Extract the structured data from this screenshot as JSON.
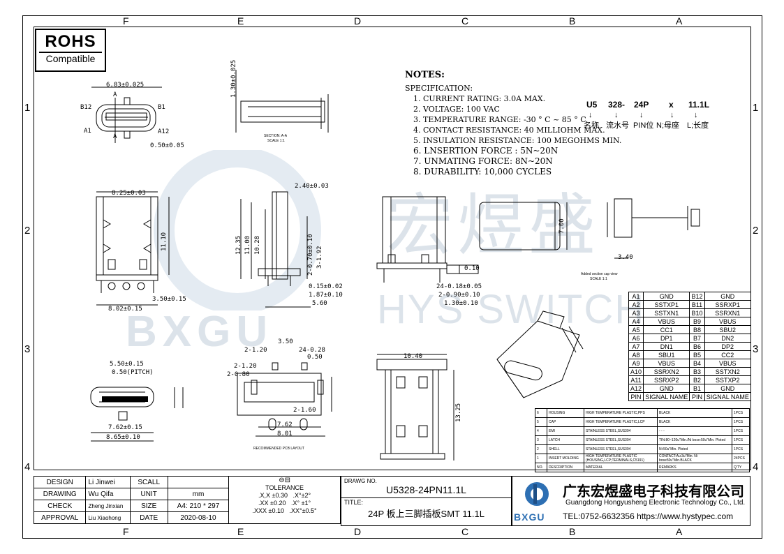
{
  "rohs": {
    "title": "ROHS",
    "subtitle": "Compatible"
  },
  "columns_top": [
    "F",
    "E",
    "D",
    "C",
    "B",
    "A"
  ],
  "rows": [
    "1",
    "2",
    "3",
    "4"
  ],
  "notes": {
    "heading": "NOTES:",
    "spec": "SPECIFICATION:",
    "items": [
      "1. CURRENT RATING: 3.0A MAX.",
      "2. VOLTAGE: 100 VAC",
      "3. TEMPERATURE RANGE: -30 ° C ~ 85 ° C",
      "4. CONTACT RESISTANCE: 40 MILLIOHM MAX.",
      "5. INSULATION RESISTANCE: 100 MEGOHMS MIN.",
      "6. LNSERTION FORCE : 5N~20N",
      "7. UNMATING FORCE: 8N~20N",
      "8. DURABILITY:  10,000 CYCLES"
    ]
  },
  "part_code": {
    "parts": [
      "U5",
      "328-",
      "24P",
      "x",
      "11.1L"
    ],
    "meanings": [
      "名称",
      "流水号",
      "PIN位",
      "N;母座",
      "L;长度"
    ]
  },
  "watermark": {
    "cn": "宏煜盛",
    "en": "HYS SWITCH",
    "logo": "BXGU"
  },
  "dims": {
    "d1": "6.83±0.025",
    "d2": "1.30±0.025",
    "d3": "0.50±0.05",
    "d4": "8.25±0.03",
    "d5": "11.10",
    "d6": "3.50±0.15",
    "d7": "8.02±0.15",
    "d8": "2.40±0.03",
    "d9": "12.35",
    "d10": "11.00",
    "d11": "10.28",
    "d12": "2-0.70±0.10",
    "d13": "3-1.92",
    "d14": "0.15±0.02",
    "d15": "1.87±0.10",
    "d16": "5.60",
    "d17": "7.00",
    "d18": "3.40",
    "d19": "0.10",
    "d20": "24-0.18±0.05",
    "d21": "2-0.90±0.10",
    "d22": "1.30±0.10",
    "d23": "5.50±0.15",
    "d24": "0.50(PITCH)",
    "d25": "7.62±0.15",
    "d26": "8.65±0.10",
    "d27": "3.50",
    "d28": "24-0.28",
    "d29": "0.50",
    "d30": "10.40",
    "d31": "13.25",
    "d32": "7.62",
    "d33": "8.01",
    "d34": "2-1.60",
    "d35": "2-1.20",
    "d36": "2-1.20",
    "d37": "2-0.80"
  },
  "labels": {
    "section": "SECTION: A-A",
    "scale1": "SCALE 1:1",
    "added": "Added section cap view",
    "scale2": "SCALE 1:1",
    "pcb": "RECOMMENDED PCB LAYOUT",
    "a": "A",
    "b12": "B12",
    "b1": "B1",
    "a1": "A1",
    "a12": "A12"
  },
  "pin_table": {
    "rows": [
      [
        "A1",
        "GND",
        "B12",
        "GND"
      ],
      [
        "A2",
        "SSTXP1",
        "B11",
        "SSRXP1"
      ],
      [
        "A3",
        "SSTXN1",
        "B10",
        "SSRXN1"
      ],
      [
        "A4",
        "VBUS",
        "B9",
        "VBUS"
      ],
      [
        "A5",
        "CC1",
        "B8",
        "SBU2"
      ],
      [
        "A6",
        "DP1",
        "B7",
        "DN2"
      ],
      [
        "A7",
        "DN1",
        "B6",
        "DP2"
      ],
      [
        "A8",
        "SBU1",
        "B5",
        "CC2"
      ],
      [
        "A9",
        "VBUS",
        "B4",
        "VBUS"
      ],
      [
        "A10",
        "SSRXN2",
        "B3",
        "SSTXN2"
      ],
      [
        "A11",
        "SSRXP2",
        "B2",
        "SSTXP2"
      ],
      [
        "A12",
        "GND",
        "B1",
        "GND"
      ],
      [
        "PIN",
        "SIGNAL NAME",
        "PIN",
        "SIGNAL NAME"
      ]
    ]
  },
  "bom": {
    "rows": [
      [
        "6",
        "HOUSING",
        "HIGH TEMPERATURE PLASTIC,PPS",
        "BLACK",
        "1PCS"
      ],
      [
        "5",
        "CAP",
        "HIGH TEMPERATURE PLASTIC,LCP",
        "BLACK",
        "1PCS"
      ],
      [
        "4",
        "EMI",
        "STAINLESS STEEL,SUS304",
        "- - -",
        "1PCS"
      ],
      [
        "3",
        "LATCH",
        "STAINLESS STEEL,SUS304",
        "TIN:80~120u\"Min./Ni bose:50u\"Min. Ploted",
        "1PCS"
      ],
      [
        "2",
        "SHELL",
        "STAINLESS STEEL,SUS304",
        "Ni:50u\"Min.  Ploted",
        "1PCS"
      ],
      [
        "1",
        "INSERT MOLDING",
        "HIGH TEMPERATURE PLASTIC (HOUSING,LCP;TERMINALS,C5191)",
        "CONTACT:Au:3u\"Min. Ni bose50u\"Min.BLACK",
        "24PCS"
      ],
      [
        "NO.",
        "DESCRIPTION",
        "MATERIAL",
        "REMARKS",
        "Q'TY"
      ]
    ]
  },
  "title_block": {
    "design_l": "DESIGN",
    "design": "Li Jinwei",
    "drawing_l": "DRAWING",
    "drawing": "Wu Qifa",
    "check_l": "CHECK",
    "check": "Zheng Jinxian",
    "approval_l": "APPROVAL",
    "approval": "Liu Xiaohong",
    "scall_l": "SCALL",
    "unit_l": "UNIT",
    "unit": "mm",
    "size_l": "SIZE",
    "size": "A4: 210 * 297",
    "date_l": "DATE",
    "date": "2020-08-10",
    "tol_l": "TOLERANCE",
    "tol1": ".X,X  ±0.30",
    "tol2": ".X°±2°",
    "tol3": ".XX   ±0.20",
    "tol4": ".X° ±1°",
    "tol5": ".XXX  ±0.10",
    "tol6": ".XX°±0.5°",
    "drawing_no_l": "DRAWG NO.",
    "drawing_no": "U5328-24PN11.1L",
    "title_l": "TITLE:",
    "title": "24P 板上三脚插板SMT 11.1L",
    "company_cn": "广东宏煜盛电子科技有限公司",
    "company_en": "Guangdong Hongyusheng Electronic Technology Co., Ltd.",
    "contact": "TEL:0752-6632356  https://www.hystypec.com",
    "logo": "BXGU"
  }
}
